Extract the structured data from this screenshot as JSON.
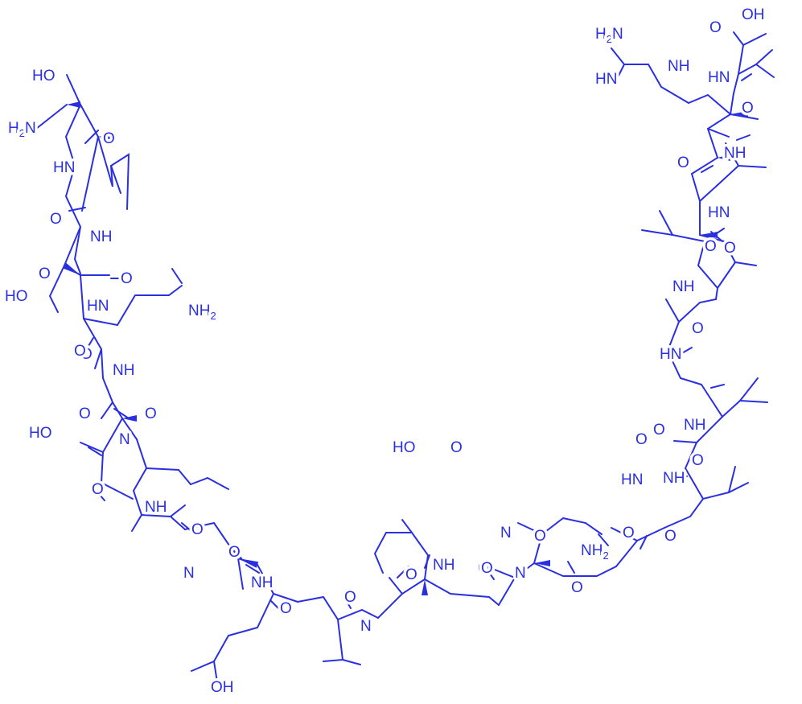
{
  "molecule": {
    "color": "#2a2fe0",
    "background": "#ffffff",
    "sequence": [
      "S",
      "V",
      "D",
      "Q",
      "D",
      "L",
      "G",
      "P",
      "E",
      "V",
      "P",
      "P",
      "E",
      "N",
      "V",
      "L",
      "G",
      "A",
      "L",
      "L",
      "R",
      "V"
    ],
    "atom_labels": [
      "HO",
      "H2N",
      "O",
      "HN",
      "O",
      "NH",
      "HO",
      "O",
      "O",
      "HN",
      "O",
      "NH2",
      "O",
      "NH",
      "HO",
      "O",
      "O",
      "N",
      "O",
      "NH",
      "O",
      "N",
      "O",
      "NH",
      "O",
      "OH",
      "N",
      "O",
      "O",
      "N",
      "O",
      "HO",
      "O",
      "NH",
      "O",
      "N",
      "O",
      "NH2",
      "O",
      "O",
      "O",
      "NH",
      "O",
      "HN",
      "O",
      "NH",
      "O",
      "HN",
      "O",
      "NH",
      "O",
      "HN",
      "O",
      "H2N",
      "HN",
      "NH",
      "HN",
      "O",
      "OH",
      "O",
      "NH",
      "O"
    ]
  }
}
